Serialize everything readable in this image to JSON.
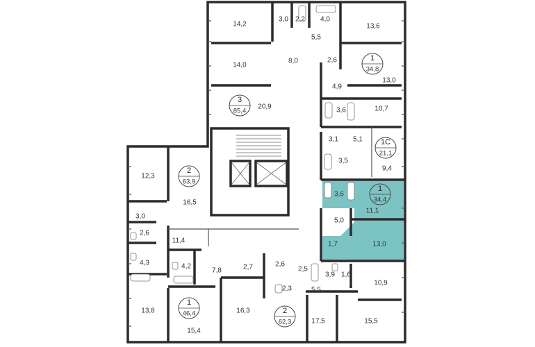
{
  "highlight_color": "#7cc4c3",
  "rooms": [
    {
      "id": "r1",
      "label": "14,2"
    },
    {
      "id": "r2",
      "label": "3,0"
    },
    {
      "id": "r3",
      "label": "2,2"
    },
    {
      "id": "r4",
      "label": "4,0"
    },
    {
      "id": "r5",
      "label": "13,6"
    },
    {
      "id": "r6",
      "label": "5,5"
    },
    {
      "id": "r7",
      "label": "14,0"
    },
    {
      "id": "r8",
      "label": "8,0"
    },
    {
      "id": "r9",
      "label": "2,6"
    },
    {
      "id": "r10",
      "label": "13,0"
    },
    {
      "id": "r11",
      "label": "4,9"
    },
    {
      "id": "r12",
      "label": "20,9"
    },
    {
      "id": "r13",
      "label": "3,6"
    },
    {
      "id": "r14",
      "label": "10,7"
    },
    {
      "id": "r15",
      "label": "3,1"
    },
    {
      "id": "r16",
      "label": "5,1"
    },
    {
      "id": "r17",
      "label": "3,5"
    },
    {
      "id": "r18",
      "label": "9,4"
    },
    {
      "id": "r19",
      "label": "12,3"
    },
    {
      "id": "r20",
      "label": "16,5"
    },
    {
      "id": "r21",
      "label": "3,6"
    },
    {
      "id": "r22",
      "label": "11,1"
    },
    {
      "id": "r23",
      "label": "3,0"
    },
    {
      "id": "r24",
      "label": "2,6"
    },
    {
      "id": "r25",
      "label": "5,0"
    },
    {
      "id": "r26",
      "label": "11,4"
    },
    {
      "id": "r27",
      "label": "1,7"
    },
    {
      "id": "r28",
      "label": "13,0"
    },
    {
      "id": "r29",
      "label": "4,3"
    },
    {
      "id": "r30",
      "label": "4,2"
    },
    {
      "id": "r31",
      "label": "7,8"
    },
    {
      "id": "r32",
      "label": "2,7"
    },
    {
      "id": "r33",
      "label": "2,6"
    },
    {
      "id": "r34",
      "label": "2,5"
    },
    {
      "id": "r35",
      "label": "3,9"
    },
    {
      "id": "r36",
      "label": "1,6"
    },
    {
      "id": "r37",
      "label": "2,3"
    },
    {
      "id": "r38",
      "label": "5,5"
    },
    {
      "id": "r39",
      "label": "10,9"
    },
    {
      "id": "r40",
      "label": "13,8"
    },
    {
      "id": "r41",
      "label": "16,3"
    },
    {
      "id": "r42",
      "label": "15,4"
    },
    {
      "id": "r43",
      "label": "17,5"
    },
    {
      "id": "r44",
      "label": "15,5"
    }
  ],
  "apartments": [
    {
      "id": "a1",
      "number": "1",
      "area": "34,8"
    },
    {
      "id": "a2",
      "number": "3",
      "area": "85,4"
    },
    {
      "id": "a3",
      "number": "1С",
      "area": "21,1"
    },
    {
      "id": "a4",
      "number": "2",
      "area": "63,9"
    },
    {
      "id": "a5",
      "number": "1",
      "area": "34,4",
      "highlighted": true
    },
    {
      "id": "a6",
      "number": "1",
      "area": "46,4"
    },
    {
      "id": "a7",
      "number": "2",
      "area": "62,3"
    }
  ]
}
